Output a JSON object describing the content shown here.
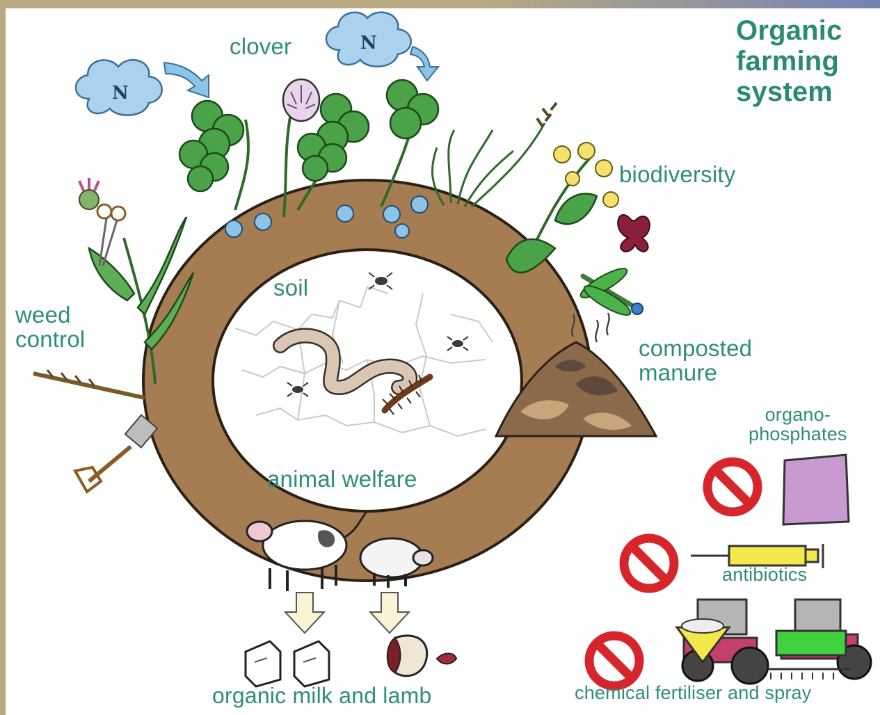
{
  "diagram": {
    "title_lines": [
      "Organic",
      "farming",
      "system"
    ],
    "labels": {
      "clover": "clover",
      "biodiversity": "biodiversity",
      "weed_control_lines": [
        "weed",
        "control"
      ],
      "soil": "soil",
      "composted_manure_lines": [
        "composted",
        "manure"
      ],
      "animal_welfare": "animal welfare",
      "organophosphates_lines": [
        "organo-",
        "phosphates"
      ],
      "antibiotics": "antibiotics",
      "chemical_fertiliser": "chemical fertiliser and spray",
      "products": "organic milk and lamb"
    },
    "cloud_symbol": "N",
    "colors": {
      "label_text": "#2f8d78",
      "soil_ring": "#a67c52",
      "ban_sign": "#d6262c",
      "cloud": "#aad2ee",
      "leaf": "#3f9a3c"
    }
  }
}
